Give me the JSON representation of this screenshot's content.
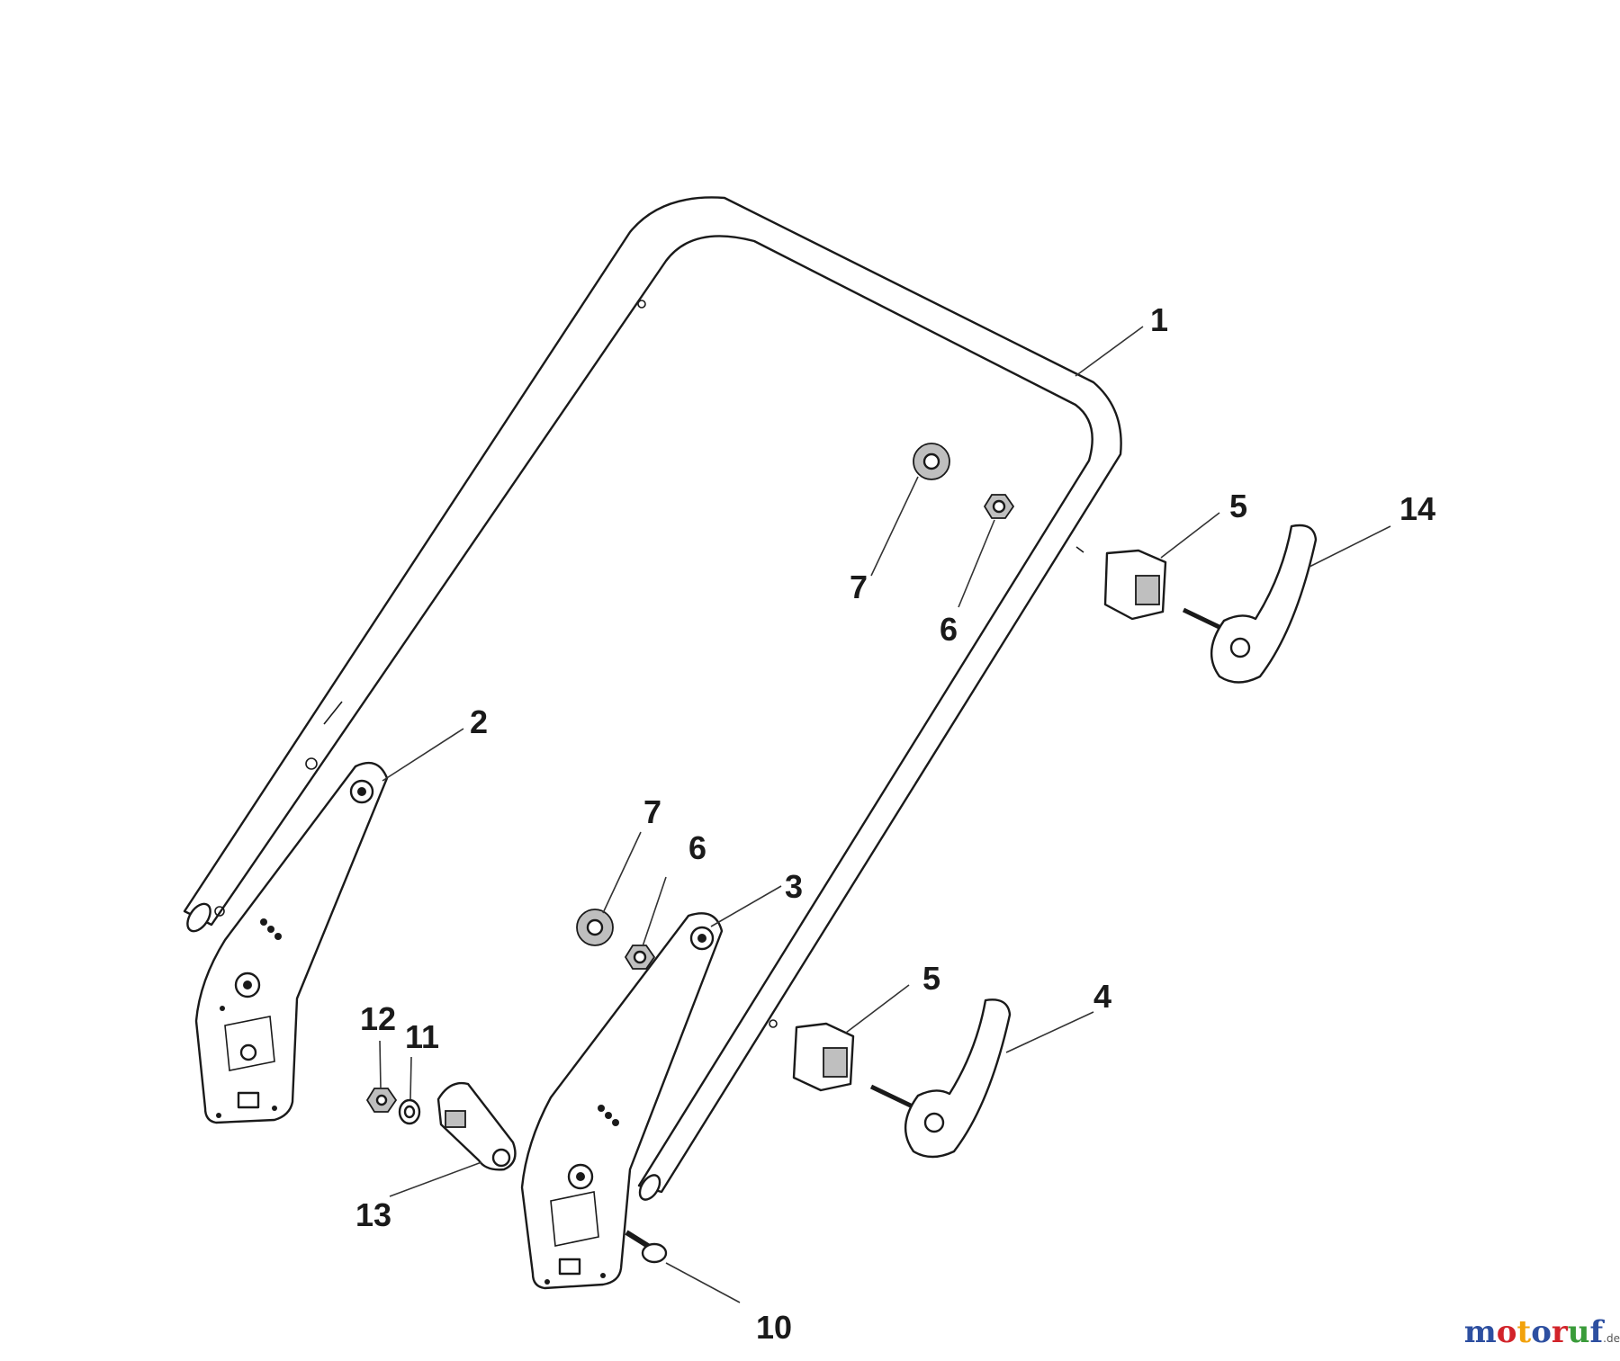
{
  "labels": {
    "l1": "1",
    "l2": "2",
    "l3": "3",
    "l4": "4",
    "l5a": "5",
    "l5b": "5",
    "l6a": "6",
    "l6b": "6",
    "l7a": "7",
    "l7b": "7",
    "l10": "10",
    "l11": "11",
    "l12": "12",
    "l13": "13",
    "l14": "14"
  },
  "watermark": {
    "text": "motoruf",
    "suffix": ".de",
    "colors": [
      "#2d4fa0",
      "#d2232a",
      "#f2a20c",
      "#2d4fa0",
      "#d2232a",
      "#3a9b3a",
      "#2d4fa0"
    ]
  }
}
